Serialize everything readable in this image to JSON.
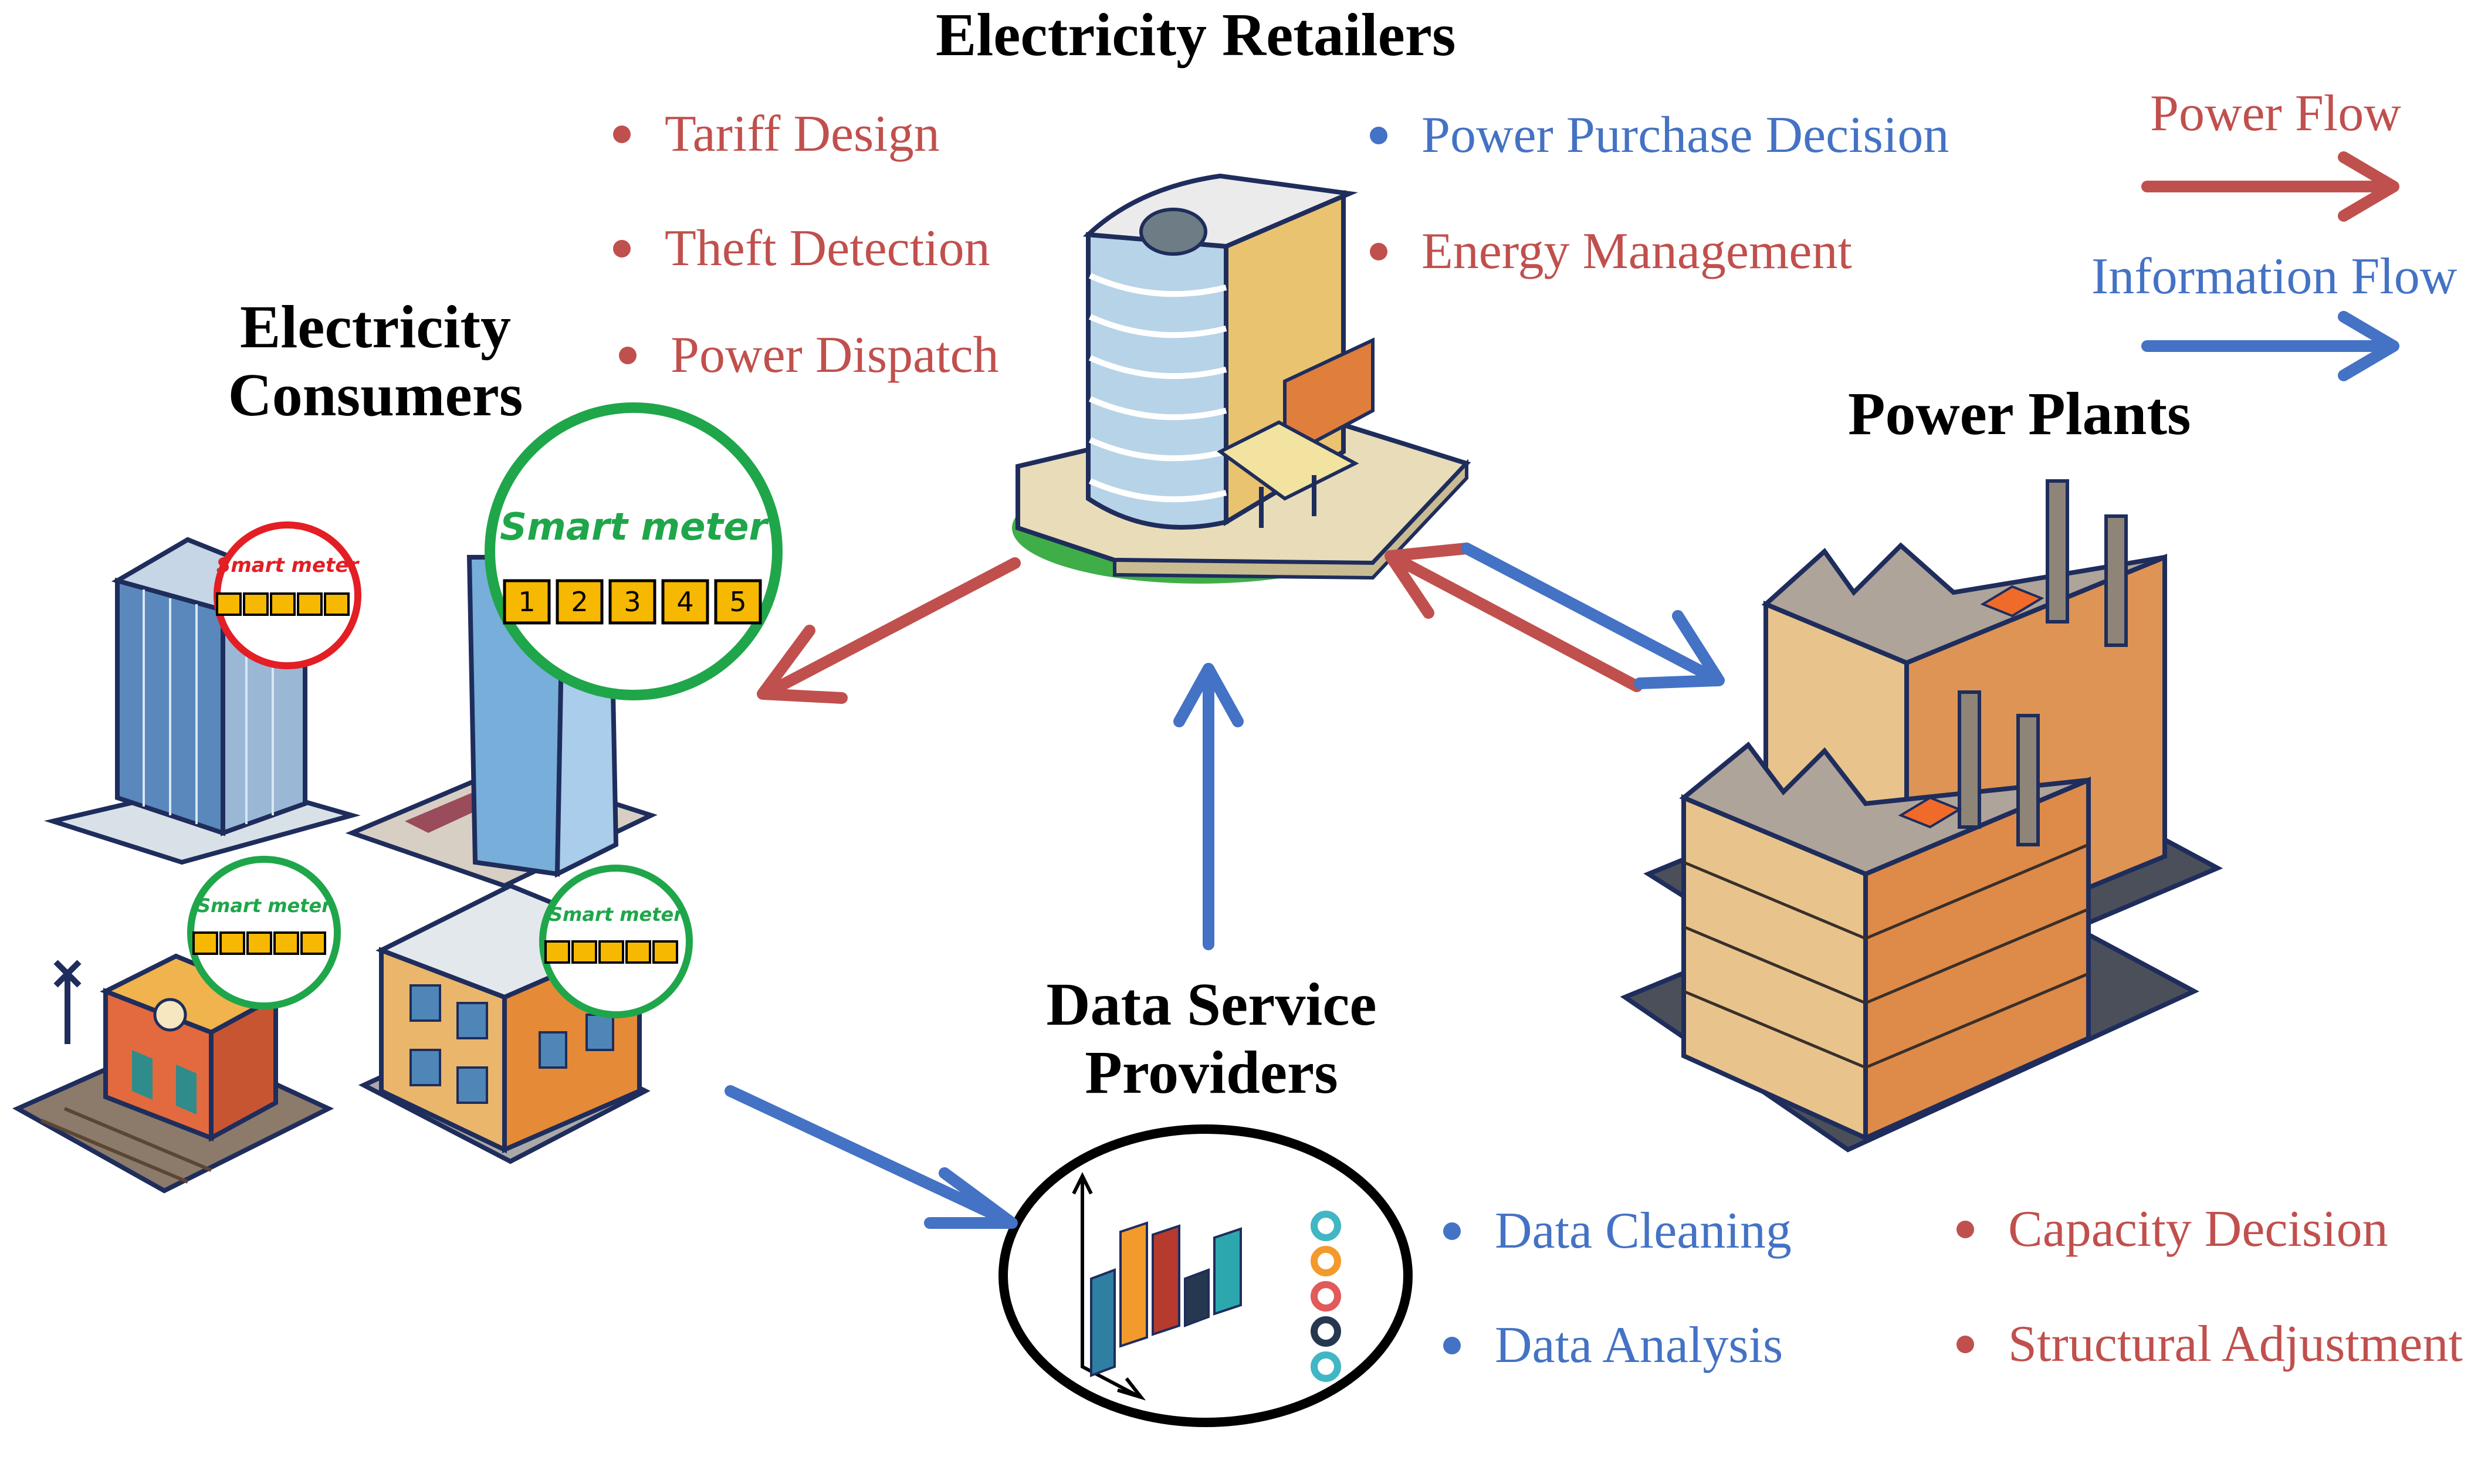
{
  "colors": {
    "power": "#C0504D",
    "info": "#4472C4"
  },
  "nodes": {
    "retailers": {
      "title": "Electricity Retailers"
    },
    "consumers": {
      "title_line1": "Electricity",
      "title_line2": "Consumers"
    },
    "plants": {
      "title": "Power Plants"
    },
    "providers": {
      "title_line1": "Data Service",
      "title_line2": "Providers"
    }
  },
  "retailer_functions": {
    "left": [
      {
        "label": "Tariff Design",
        "flow": "power"
      },
      {
        "label": "Theft Detection",
        "flow": "power"
      },
      {
        "label": "Power Dispatch",
        "flow": "power"
      }
    ],
    "right": [
      {
        "label": "Power Purchase Decision",
        "flow": "info"
      },
      {
        "label": "Energy Management",
        "flow": "power"
      }
    ]
  },
  "provider_functions": [
    {
      "label": "Data Cleaning",
      "flow": "info"
    },
    {
      "label": "Data Analysis",
      "flow": "info"
    }
  ],
  "plant_functions": [
    {
      "label": "Capacity Decision",
      "flow": "power"
    },
    {
      "label": "Structural Adjustment",
      "flow": "power"
    }
  ],
  "legend": {
    "power_flow": "Power Flow",
    "information_flow": "Information Flow"
  },
  "smart_meters": [
    {
      "label": "Smart meter",
      "digits": [
        "",
        "",
        "",
        "",
        ""
      ],
      "status_color": "#E31E24"
    },
    {
      "label": "Smart meter",
      "digits": [
        "1",
        "2",
        "3",
        "4",
        "5"
      ],
      "status_color": "#1FA64A"
    },
    {
      "label": "Smart meter",
      "digits": [
        "",
        "",
        "",
        "",
        ""
      ],
      "status_color": "#1FA64A"
    },
    {
      "label": "Smart meter",
      "digits": [
        "",
        "",
        "",
        "",
        ""
      ],
      "status_color": "#1FA64A"
    }
  ]
}
